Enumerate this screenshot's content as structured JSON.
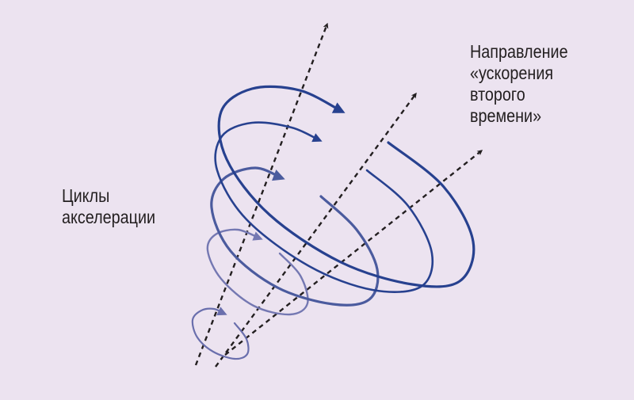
{
  "labels": {
    "direction": [
      "Направление",
      "«ускорения",
      "второго",
      "времени»"
    ],
    "cycles": [
      "Циклы",
      "акселерации"
    ]
  },
  "colors": {
    "background": "#ece3f0",
    "axis": "#231f20",
    "loop_dark": "#27418f",
    "loop_mid": "#4b5b9e",
    "loop_light": "#7478b2",
    "loop_small": "#6a6fad"
  }
}
